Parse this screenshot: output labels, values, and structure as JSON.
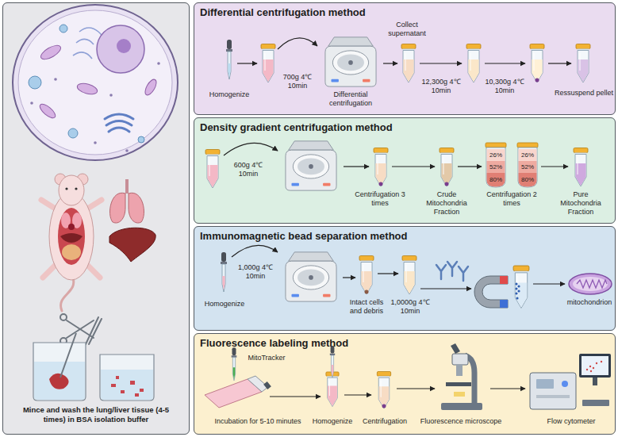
{
  "diagram": {
    "nodes": [
      {
        "text": [
          "Mince and wash the lung/liver tissue (4-5 times) in BSA isolation buffer"
        ]
      },
      {
        "text": [
          "Differential centrifugation method"
        ]
      },
      {
        "text": [
          "Density gradient centrifugation method"
        ]
      },
      {
        "text": [
          "Immunomagnetic bead separation method"
        ]
      },
      {
        "text": [
          "Fluorescence labeling method"
        ]
      }
    ],
    "labels": [
      "Homogenize",
      "700g 4℃ 10min",
      "Differential centrifugation",
      "Collect supernatant",
      "12,300g 4℃ 10min",
      "10,300g 4℃ 10min",
      "Ressuspend pellet",
      "600g 4℃ 10min",
      "Centrifugation 3 times",
      "Crude Mitochondria Fraction",
      "26%",
      "52%",
      "80%",
      "Centrifugation 2 times",
      "26%",
      "52%",
      "80%",
      "Pure Mitochondria Fraction",
      "Homogenize",
      "1,000g 4℃ 10min",
      "Intact cells and debris",
      "1,0000g 4℃ 10min",
      "mitochondrion",
      "MitoTracker",
      "Incubation for 5-10 minutes",
      "Homogenize",
      "Centrifugation",
      "Fluorescence microscope",
      "Flow cytometer"
    ]
  }
}
